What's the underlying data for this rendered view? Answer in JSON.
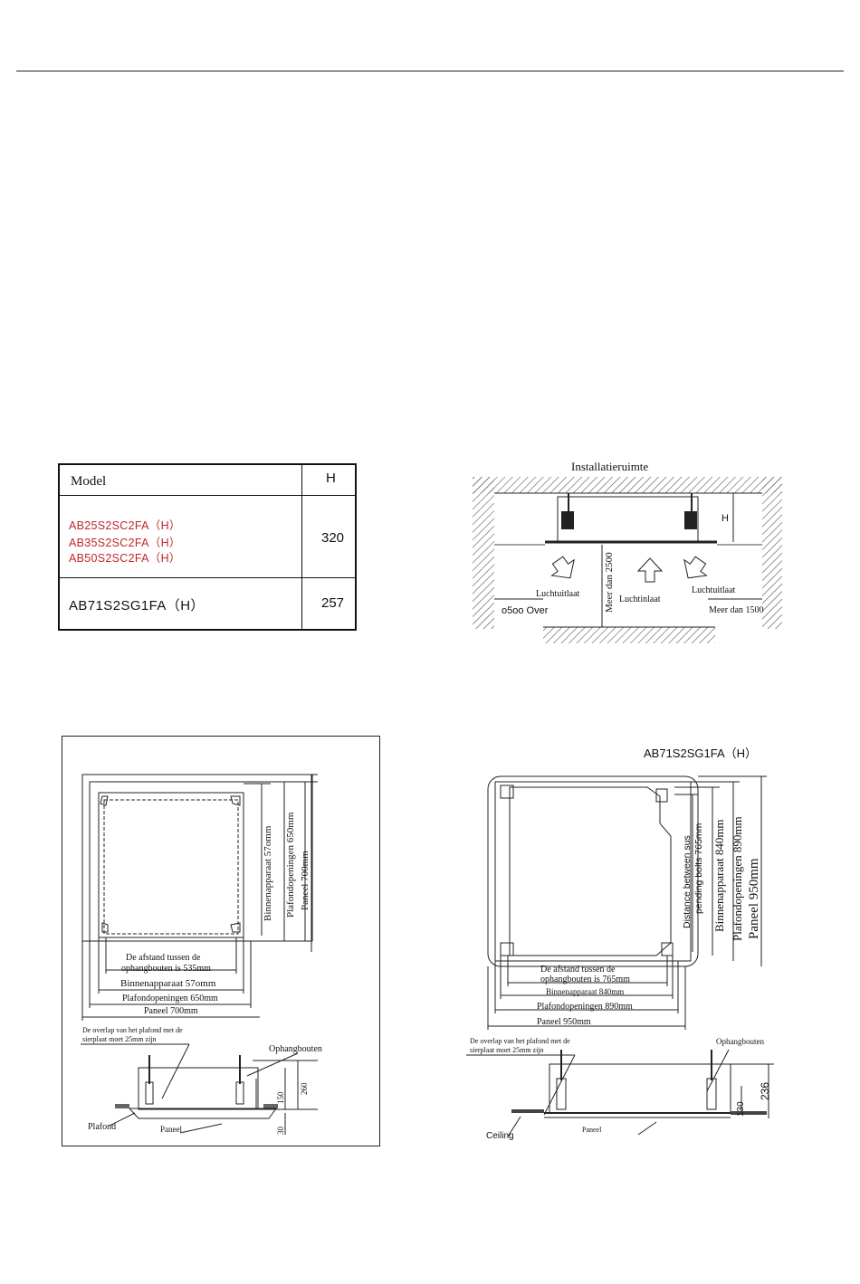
{
  "table": {
    "col_model": "Model",
    "col_h": "H",
    "rows": [
      {
        "models": [
          "AB25S2SC2FA（H）",
          "AB35S2SC2FA（H）",
          "AB50S2SC2FA（H）"
        ],
        "h": "320"
      },
      {
        "models": [
          "AB71S2SG1FA（H）"
        ],
        "h": "257"
      }
    ]
  },
  "install_space": {
    "title": "Installatieruimte",
    "h_label": "H",
    "outlet_left": "Luchtuitlaat",
    "inlet": "Luchtinlaat",
    "outlet_right": "Luchtuitlaat",
    "vertical_dim": "Meer dan 2500",
    "left_dim": "o5oo Over",
    "right_dim": "Meer dan 1500"
  },
  "small_unit": {
    "dims_vertical": [
      "Binnenapparaat 57omm",
      "Plafondopeningen 650mm",
      "Paneel 700mm"
    ],
    "dim_bolts_1": "De afstand tussen de",
    "dim_bolts_2": "ophangbouten is 535mm",
    "dim_inner": "Binnenapparaat 57omm",
    "dim_opening": "Plafondopeningen 650mm",
    "dim_panel": "Paneel 700mm",
    "overlap_1": "De overlap van het plafond met de",
    "overlap_2": "sierplaat moet 25mm zijn",
    "bolts": "Ophangbouten",
    "ceiling": "Plafond",
    "panel": "Paneel",
    "d150": "150",
    "d260": "260",
    "d30": "30"
  },
  "large_unit": {
    "model": "AB71S2SG1FA（H）",
    "dim_dist_1": "Distance between sus",
    "dim_dist_2": "pending bolts 765mm",
    "dims_vertical": [
      "Binnenapparaat 840mm",
      "Plafondopeningen 890mm",
      "Paneel 950mm"
    ],
    "dim_bolts_1": "De afstand tussen de",
    "dim_bolts_2": "ophangbouten is 765mm",
    "dim_inner": "Binnenapparaat 840mm",
    "dim_opening": "Plafondopeningen 890mm",
    "dim_panel": "Paneel 950mm",
    "overlap_1": "De overlap van het plafond met de",
    "overlap_2": "sierplaat moet 25mm zijn",
    "bolts": "Ophangbouten",
    "ceiling": "Ceiling",
    "panel": "Paneel",
    "d130": "130",
    "d236": "236"
  }
}
